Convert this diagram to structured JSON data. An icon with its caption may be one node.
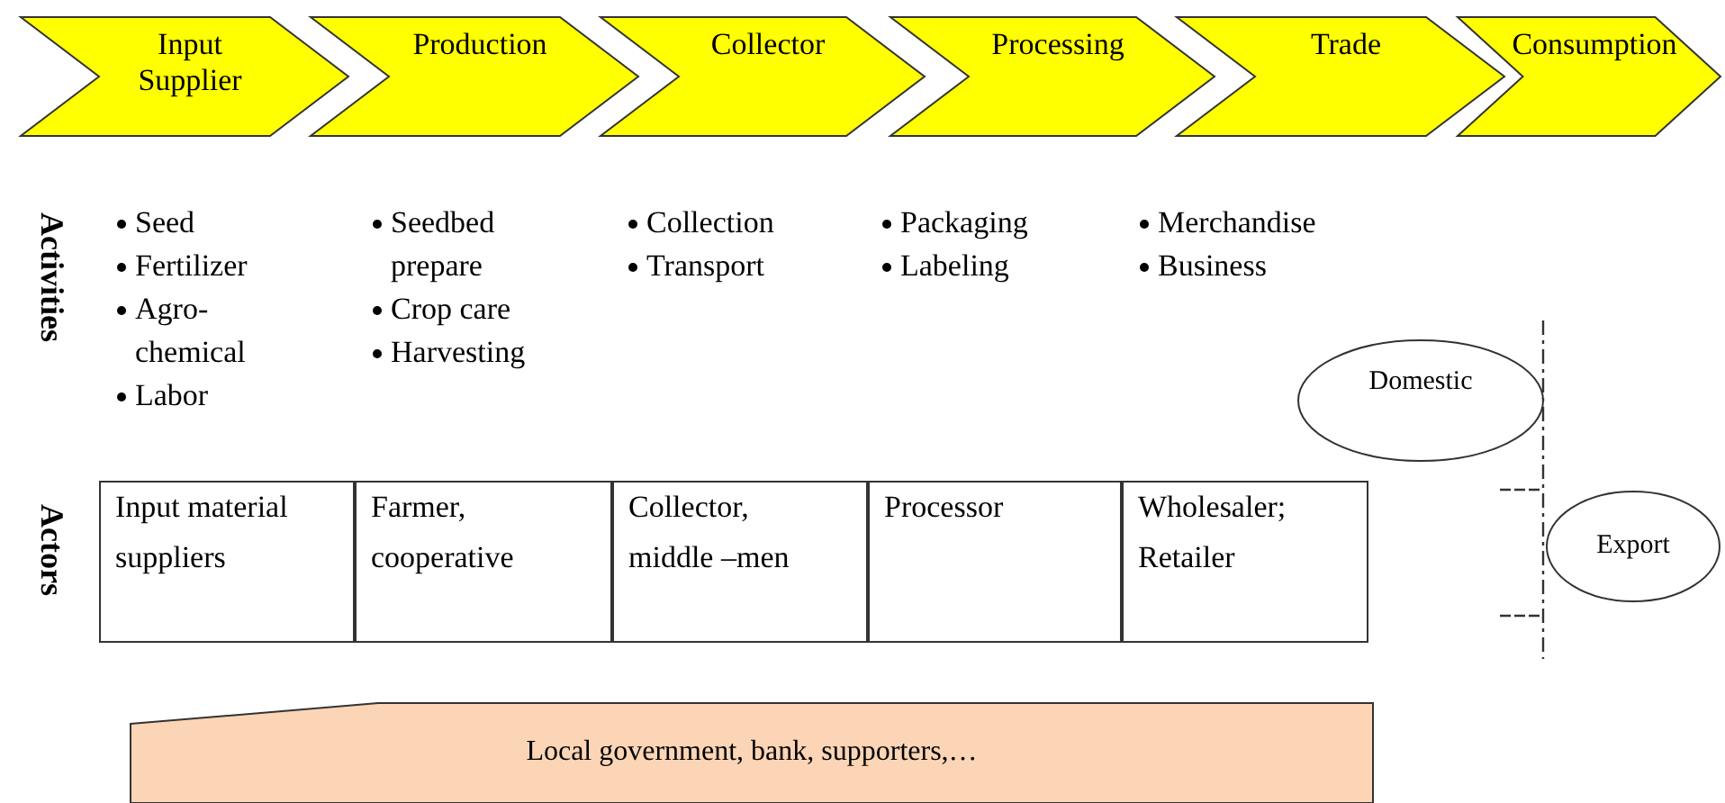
{
  "diagram": {
    "nodes": [
      {
        "text": [
          "Input Supplier"
        ]
      },
      {
        "text": [
          "Production"
        ]
      },
      {
        "text": [
          "Collector"
        ]
      },
      {
        "text": [
          "Processing"
        ]
      },
      {
        "text": [
          "Trade"
        ]
      },
      {
        "text": [
          "Consumption"
        ]
      },
      {
        "text": [
          "Input material suppliers"
        ]
      },
      {
        "text": [
          "Farmer, cooperative"
        ]
      },
      {
        "text": [
          "Collector, middle –men"
        ]
      },
      {
        "text": [
          "Processor"
        ]
      },
      {
        "text": [
          "Wholesaler; Retailer"
        ]
      },
      {
        "text": [
          "Domestic"
        ]
      },
      {
        "text": [
          "Export"
        ]
      },
      {
        "text": [
          "Local government, bank, supporters,…"
        ]
      }
    ],
    "labels": [
      "Activities",
      "Seed",
      "Fertilizer",
      "Agro- chemical",
      "Labor",
      "Seedbed prepare",
      "Crop care",
      "Harvesting",
      "Collection",
      "Transport",
      "Packaging",
      "Labeling",
      "Merchandise",
      "Business",
      "Actors"
    ]
  }
}
